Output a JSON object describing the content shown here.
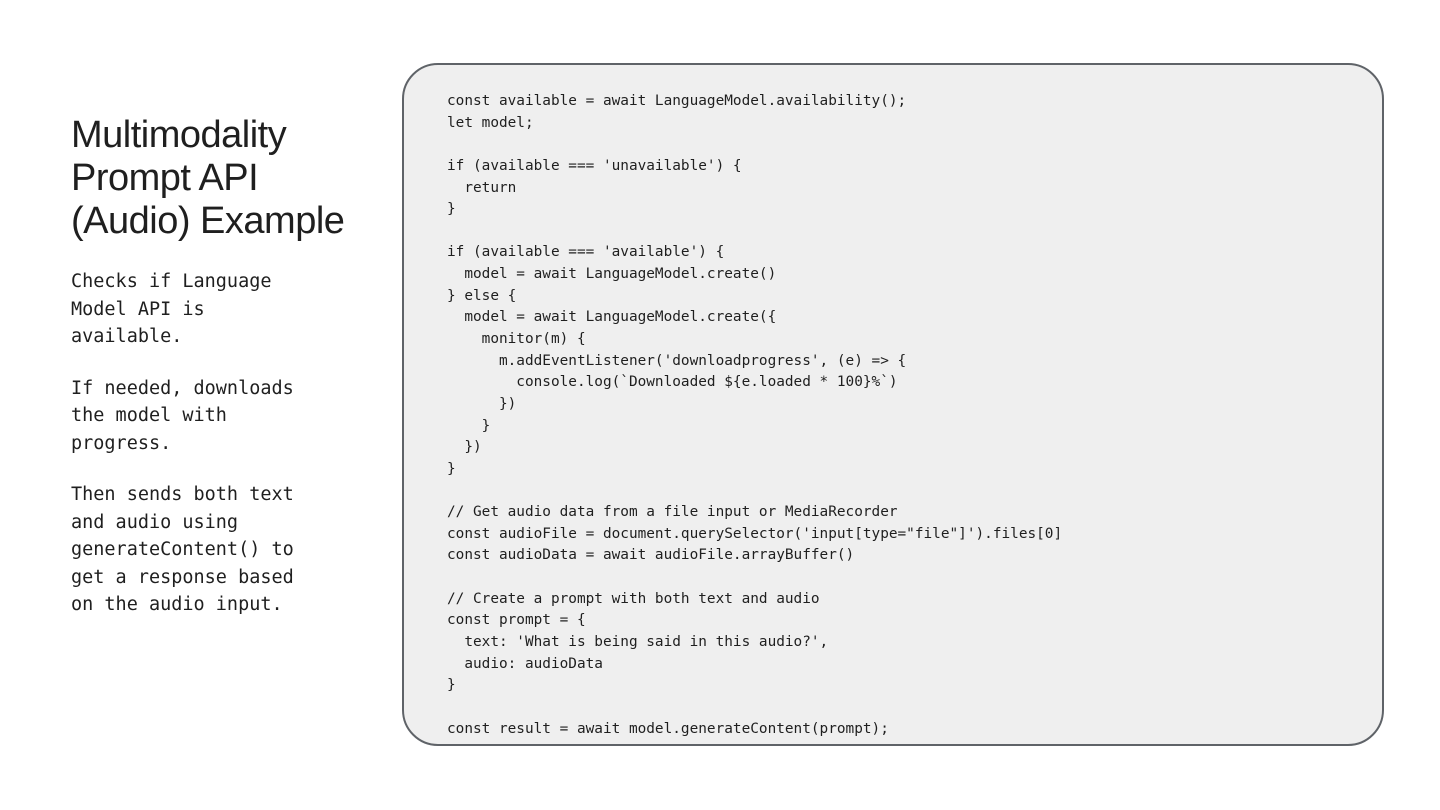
{
  "slide": {
    "title_lines": [
      "Multimodality",
      "Prompt API",
      "(Audio) Example"
    ],
    "paragraphs": [
      "Checks if Language\nModel API is\navailable.",
      "If needed, downloads\nthe model with\nprogress.",
      "Then sends both text\nand audio using\ngenerateContent() to\nget a response based\non the audio input."
    ]
  },
  "code": {
    "lines": [
      "const available = await LanguageModel.availability();",
      "let model;",
      "",
      "if (available === 'unavailable') {",
      "  return",
      "}",
      "",
      "if (available === 'available') {",
      "  model = await LanguageModel.create()",
      "} else {",
      "  model = await LanguageModel.create({",
      "    monitor(m) {",
      "      m.addEventListener('downloadprogress', (e) => {",
      "        console.log(`Downloaded ${e.loaded * 100}%`)",
      "      })",
      "    }",
      "  })",
      "}",
      "",
      "// Get audio data from a file input or MediaRecorder",
      "const audioFile = document.querySelector('input[type=\"file\"]').files[0]",
      "const audioData = await audioFile.arrayBuffer()",
      "",
      "// Create a prompt with both text and audio",
      "const prompt = {",
      "  text: 'What is being said in this audio?',",
      "  audio: audioData",
      "}",
      "",
      "const result = await model.generateContent(prompt);"
    ]
  },
  "colors": {
    "background": "#ffffff",
    "text": "#1f1f1f",
    "code_background": "#efefef",
    "code_border": "#5f6368"
  }
}
